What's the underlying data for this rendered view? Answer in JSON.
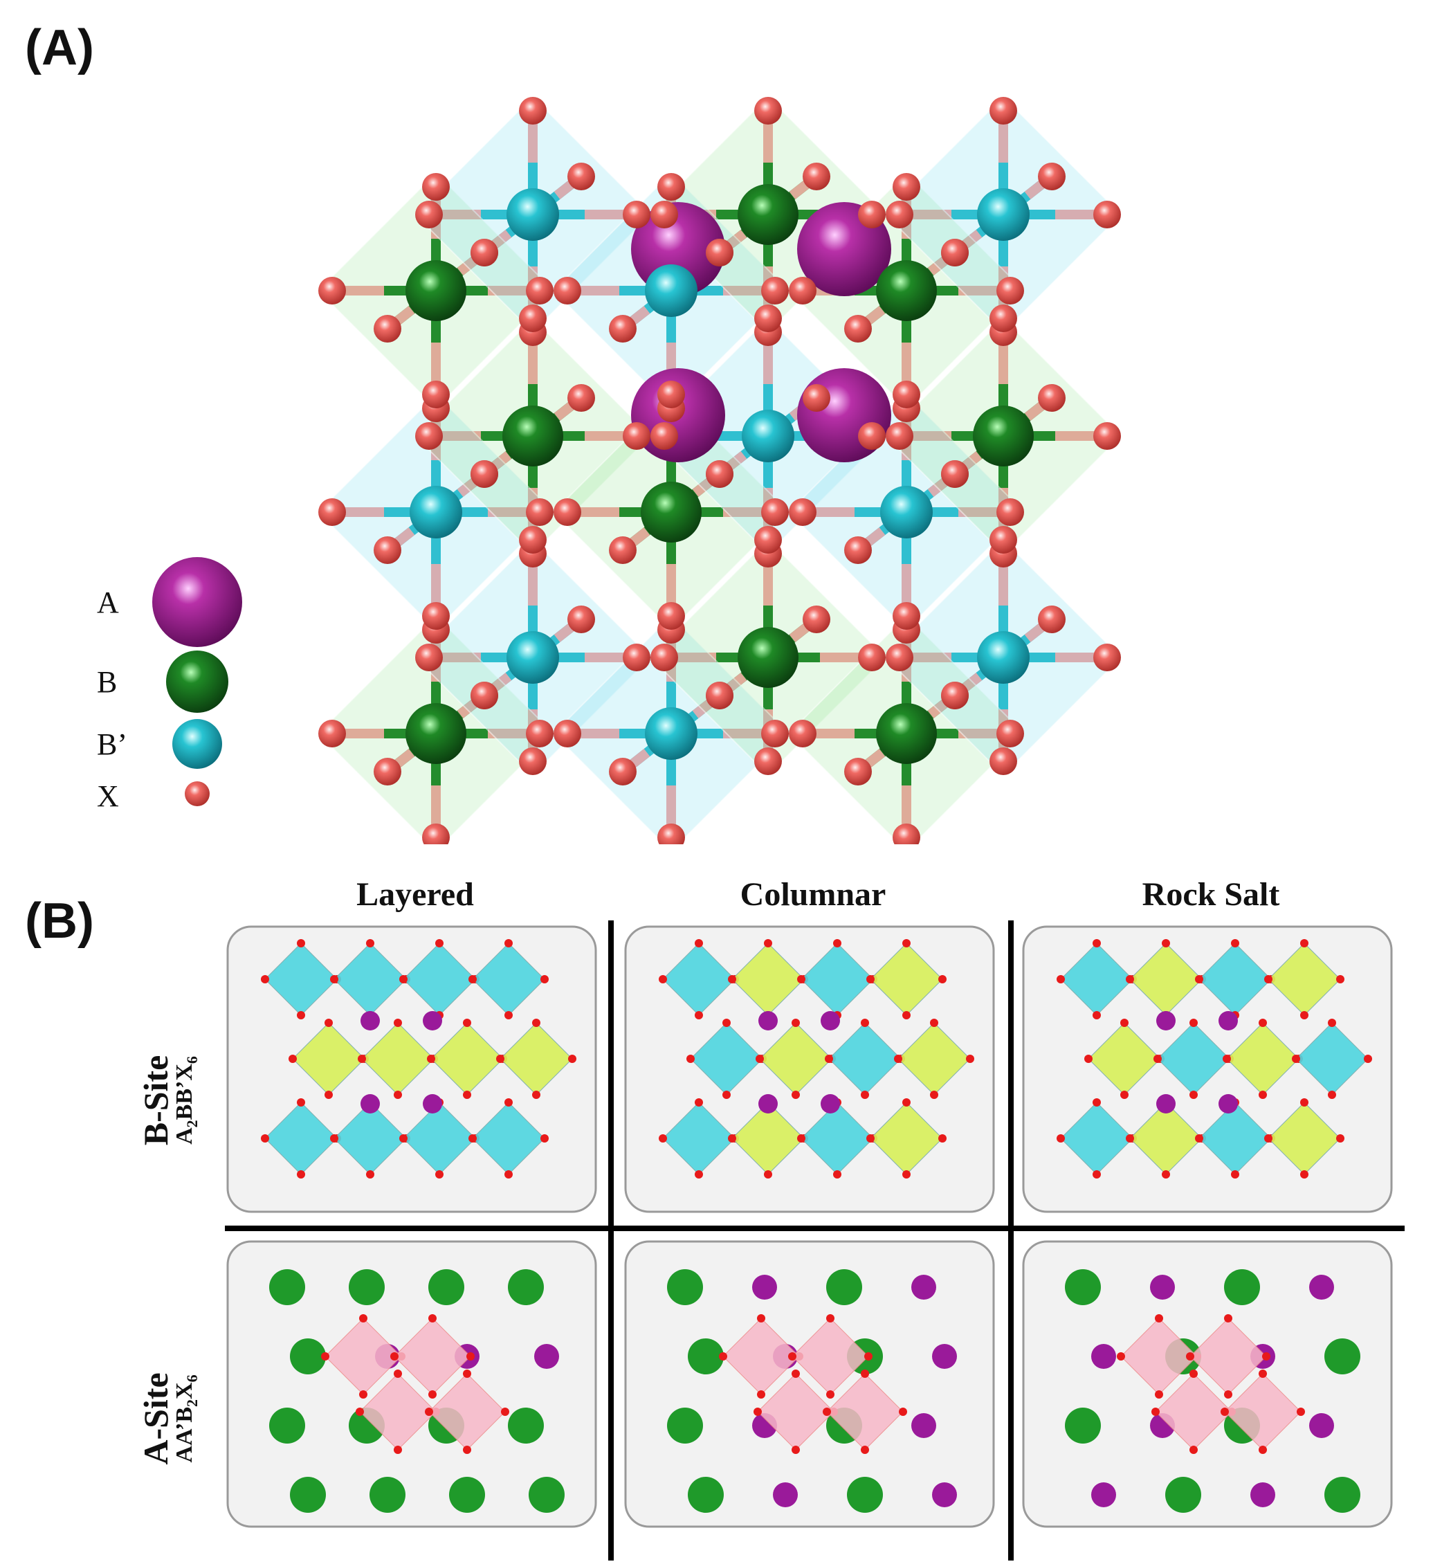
{
  "panel_a": {
    "label": "(A)"
  },
  "panel_b": {
    "label": "(B)"
  },
  "legend": [
    {
      "label": "A",
      "color": "#a0208f"
    },
    {
      "label": "B",
      "color": "#127a1d"
    },
    {
      "label": "B’",
      "color": "#1fb8c8"
    },
    {
      "label": "X",
      "color": "#f0706a"
    }
  ],
  "columns": [
    "Layered",
    "Columnar",
    "Rock Salt"
  ],
  "rows": [
    {
      "title": "B-Site",
      "formula_parts": [
        "A",
        "2",
        "BB’X",
        "6",
        ""
      ]
    },
    {
      "title": "A-Site",
      "formula_parts": [
        "AA’B",
        "2",
        "X",
        "6",
        ""
      ]
    }
  ],
  "colors": {
    "octahedron_cyan": "#4fd6e0",
    "octahedron_yellow": "#d8f05a",
    "octahedron_pink": "#f7b8c8",
    "anion_red": "#e81a1a",
    "cation_green": "#1f9a2a",
    "cation_purple": "#9a1a9a",
    "cell_bg": "#f2f2f2"
  }
}
